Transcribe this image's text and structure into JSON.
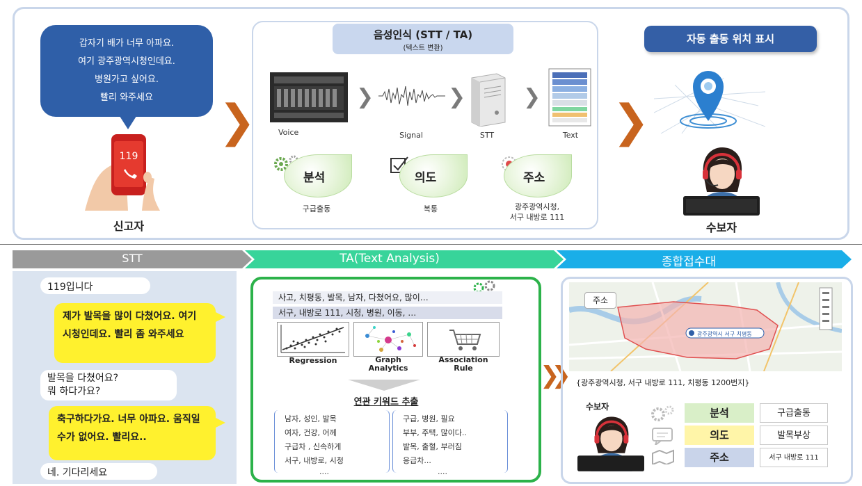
{
  "top": {
    "caller_bubble": [
      "갑자기 배가 너무 아파요.",
      "여기 광주광역시청인데요.",
      "병원가고 싶어요.",
      "빨리 와주세요"
    ],
    "caller_label": "신고자",
    "phone_number": "119",
    "stt_title": "음성인식 (STT / TA)",
    "stt_subtitle": "(텍스트 변환)",
    "pipeline": [
      "Voice",
      "Signal",
      "STT",
      "Text"
    ],
    "analysis": [
      {
        "label": "분석",
        "value": "구급출동"
      },
      {
        "label": "의도",
        "value": "복통"
      },
      {
        "label": "주소",
        "value": "광주광역시청,\n서구 내방로 111"
      }
    ],
    "auto_dispatch_label": "자동 출동 위치 표시",
    "receiver_label": "수보자"
  },
  "bottom": {
    "headers": [
      "STT",
      "TA(Text Analysis)",
      "종합접수대"
    ],
    "chat": [
      {
        "type": "white",
        "text": "119입니다"
      },
      {
        "type": "yellow",
        "text": "제가 발목을 많이 다쳤어요. 여기 시청인데요. 빨리 좀 와주세요"
      },
      {
        "type": "white",
        "text": "발목을 다쳤어요?\n뭐 하다가요?"
      },
      {
        "type": "yellow",
        "text": "축구하다가요. 너무 아파요. 움직일 수가 없어요. 빨리요.."
      },
      {
        "type": "white",
        "text": "네. 기다리세요"
      }
    ],
    "ta_lines": [
      "사고, 치평동, 발목, 남자, 다쳤어요, 많이…",
      "서구, 내방로 111, 시청, 병원, 이동, …"
    ],
    "ta_methods": [
      "Regression",
      "Graph\nAnalytics",
      "Association\nRule"
    ],
    "keyword_title": "연관 키워드 추출",
    "keywords_left": [
      "남자, 성인, 발목",
      "여자, 건강, 어께",
      "구급차 , 신속하게",
      "서구, 내방로, 시청",
      "...."
    ],
    "keywords_right": [
      "구급, 병원, 필요",
      "부부, 주택, 많이다..",
      "발목, 출혈, 부러짐",
      "응급차...",
      "...."
    ],
    "map_address_tag": "주소",
    "map_marker_text": "광주광역시 서구 치평동",
    "map_caption": "{광주광역시청, 서구 내방로 111, 치평동 1200번지}",
    "receiver_label": "수보자",
    "summary": [
      {
        "label": "분석",
        "value": "구급출동",
        "color": "#d9efc8"
      },
      {
        "label": "의도",
        "value": "발목부상",
        "color": "#fff5a8"
      },
      {
        "label": "주소",
        "value": "서구 내방로 111",
        "color": "#c9d4ea"
      }
    ]
  }
}
